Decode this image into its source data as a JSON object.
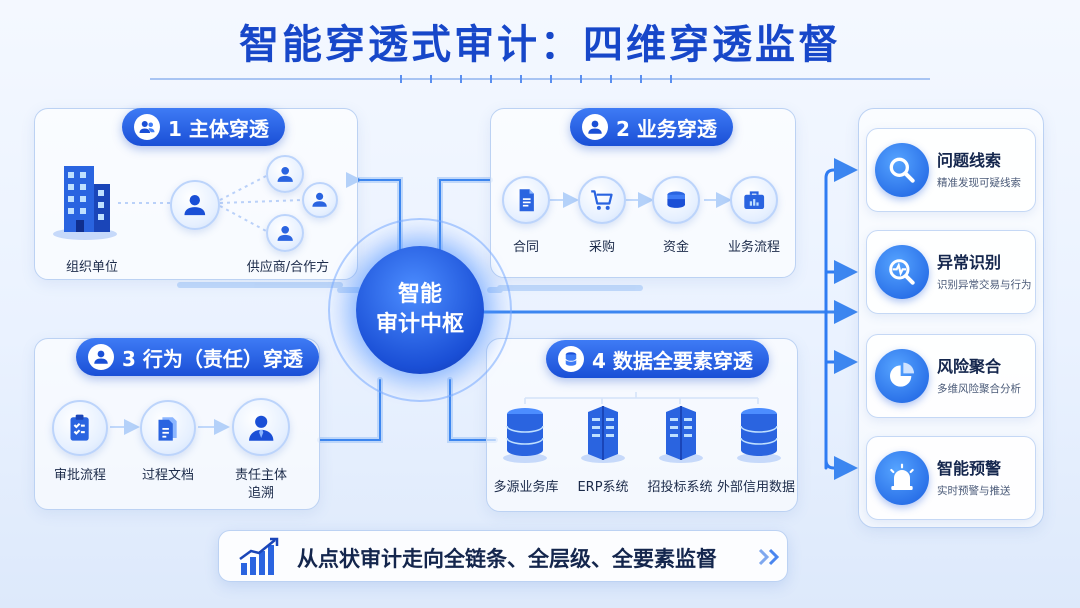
{
  "title": "智能穿透式审计：四维穿透监督",
  "hub": {
    "line1": "智能",
    "line2": "审计中枢"
  },
  "panels": {
    "p1": {
      "title": "1 主体穿透",
      "icon": "users-icon",
      "nodes": [
        {
          "label": "组织单位",
          "icon": "building-icon"
        },
        {
          "label": "供应商/合作方",
          "icon": "person-icon"
        }
      ]
    },
    "p2": {
      "title": "2 业务穿透",
      "icon": "user-icon",
      "nodes": [
        {
          "label": "合同",
          "icon": "document-icon"
        },
        {
          "label": "采购",
          "icon": "cart-icon"
        },
        {
          "label": "资金",
          "icon": "coins-icon"
        },
        {
          "label": "业务流程",
          "icon": "briefcase-icon"
        }
      ]
    },
    "p3": {
      "title": "3 行为（责任）穿透",
      "icon": "person-icon",
      "nodes": [
        {
          "label": "审批流程",
          "icon": "clipboard-icon"
        },
        {
          "label": "过程文档",
          "icon": "documents-icon"
        },
        {
          "label": "责任主体",
          "label2": "追溯",
          "icon": "official-icon"
        }
      ]
    },
    "p4": {
      "title": "4 数据全要素穿透",
      "icon": "database-icon",
      "nodes": [
        {
          "label": "多源业务库",
          "icon": "database-icon"
        },
        {
          "label": "ERP系统",
          "icon": "server-icon"
        },
        {
          "label": "招投标系统",
          "icon": "server-icon"
        },
        {
          "label": "外部信用数据",
          "icon": "database-icon"
        }
      ]
    }
  },
  "outputs": [
    {
      "title": "问题线索",
      "sub": "精准发现可疑线索",
      "icon": "magnifier-icon"
    },
    {
      "title": "异常识别",
      "sub": "识别异常交易与行为",
      "icon": "pulse-search-icon"
    },
    {
      "title": "风险聚合",
      "sub": "多维风险聚合分析",
      "icon": "pie-chart-icon"
    },
    {
      "title": "智能预警",
      "sub": "实时预警与推送",
      "icon": "alarm-icon"
    }
  ],
  "banner": {
    "text": "从点状审计走向全链条、全层级、全要素监督",
    "icon": "bar-chart-up-icon",
    "chevron": "double-chevron-icon"
  },
  "colors": {
    "primary": "#1a4fd6",
    "accent": "#3e7bf5",
    "title": "#1747c9"
  }
}
